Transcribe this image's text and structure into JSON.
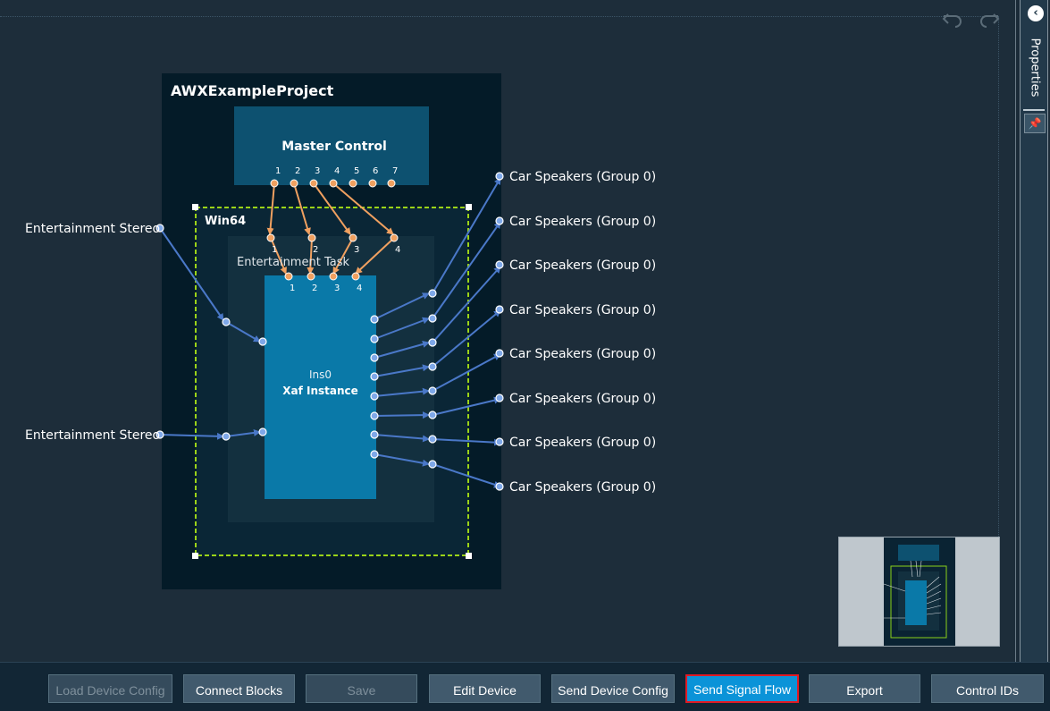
{
  "project": {
    "title": "AWXExampleProject",
    "master_control": {
      "title": "Master Control",
      "pins": [
        "1",
        "2",
        "3",
        "4",
        "5",
        "6",
        "7"
      ]
    },
    "win64": {
      "title": "Win64",
      "task": {
        "title": "Entertainment Task",
        "pins": [
          "1",
          "2",
          "3",
          "4"
        ]
      },
      "instance": {
        "name": "Ins0",
        "title": "Xaf Instance",
        "pins": [
          "1",
          "2",
          "3",
          "4"
        ]
      }
    }
  },
  "inputs": [
    {
      "label": "Entertainment Stereo"
    },
    {
      "label": "Entertainment Stereo"
    }
  ],
  "outputs": [
    {
      "label": "Car Speakers (Group 0)"
    },
    {
      "label": "Car Speakers (Group 0)"
    },
    {
      "label": "Car Speakers (Group 0)"
    },
    {
      "label": "Car Speakers (Group 0)"
    },
    {
      "label": "Car Speakers (Group 0)"
    },
    {
      "label": "Car Speakers (Group 0)"
    },
    {
      "label": "Car Speakers (Group 0)"
    },
    {
      "label": "Car Speakers (Group 0)"
    }
  ],
  "sidebar": {
    "tab_label": "Properties",
    "collapse_icon": "chevron-left-icon",
    "pin_icon": "pushpin-icon"
  },
  "toolbar": {
    "load_device_config": "Load Device Config",
    "connect_blocks": "Connect Blocks",
    "save": "Save",
    "edit_device": "Edit Device",
    "send_device_config": "Send Device Config",
    "send_signal_flow": "Send Signal Flow",
    "export": "Export",
    "control_ids": "Control IDs"
  },
  "colors": {
    "wire_blue": "#4a78c8",
    "wire_orange": "#f0a060",
    "selection_green": "#9bd318",
    "instance_blue": "#0a79a8",
    "active_button": "#0b93d8",
    "active_border": "#e01a24"
  }
}
